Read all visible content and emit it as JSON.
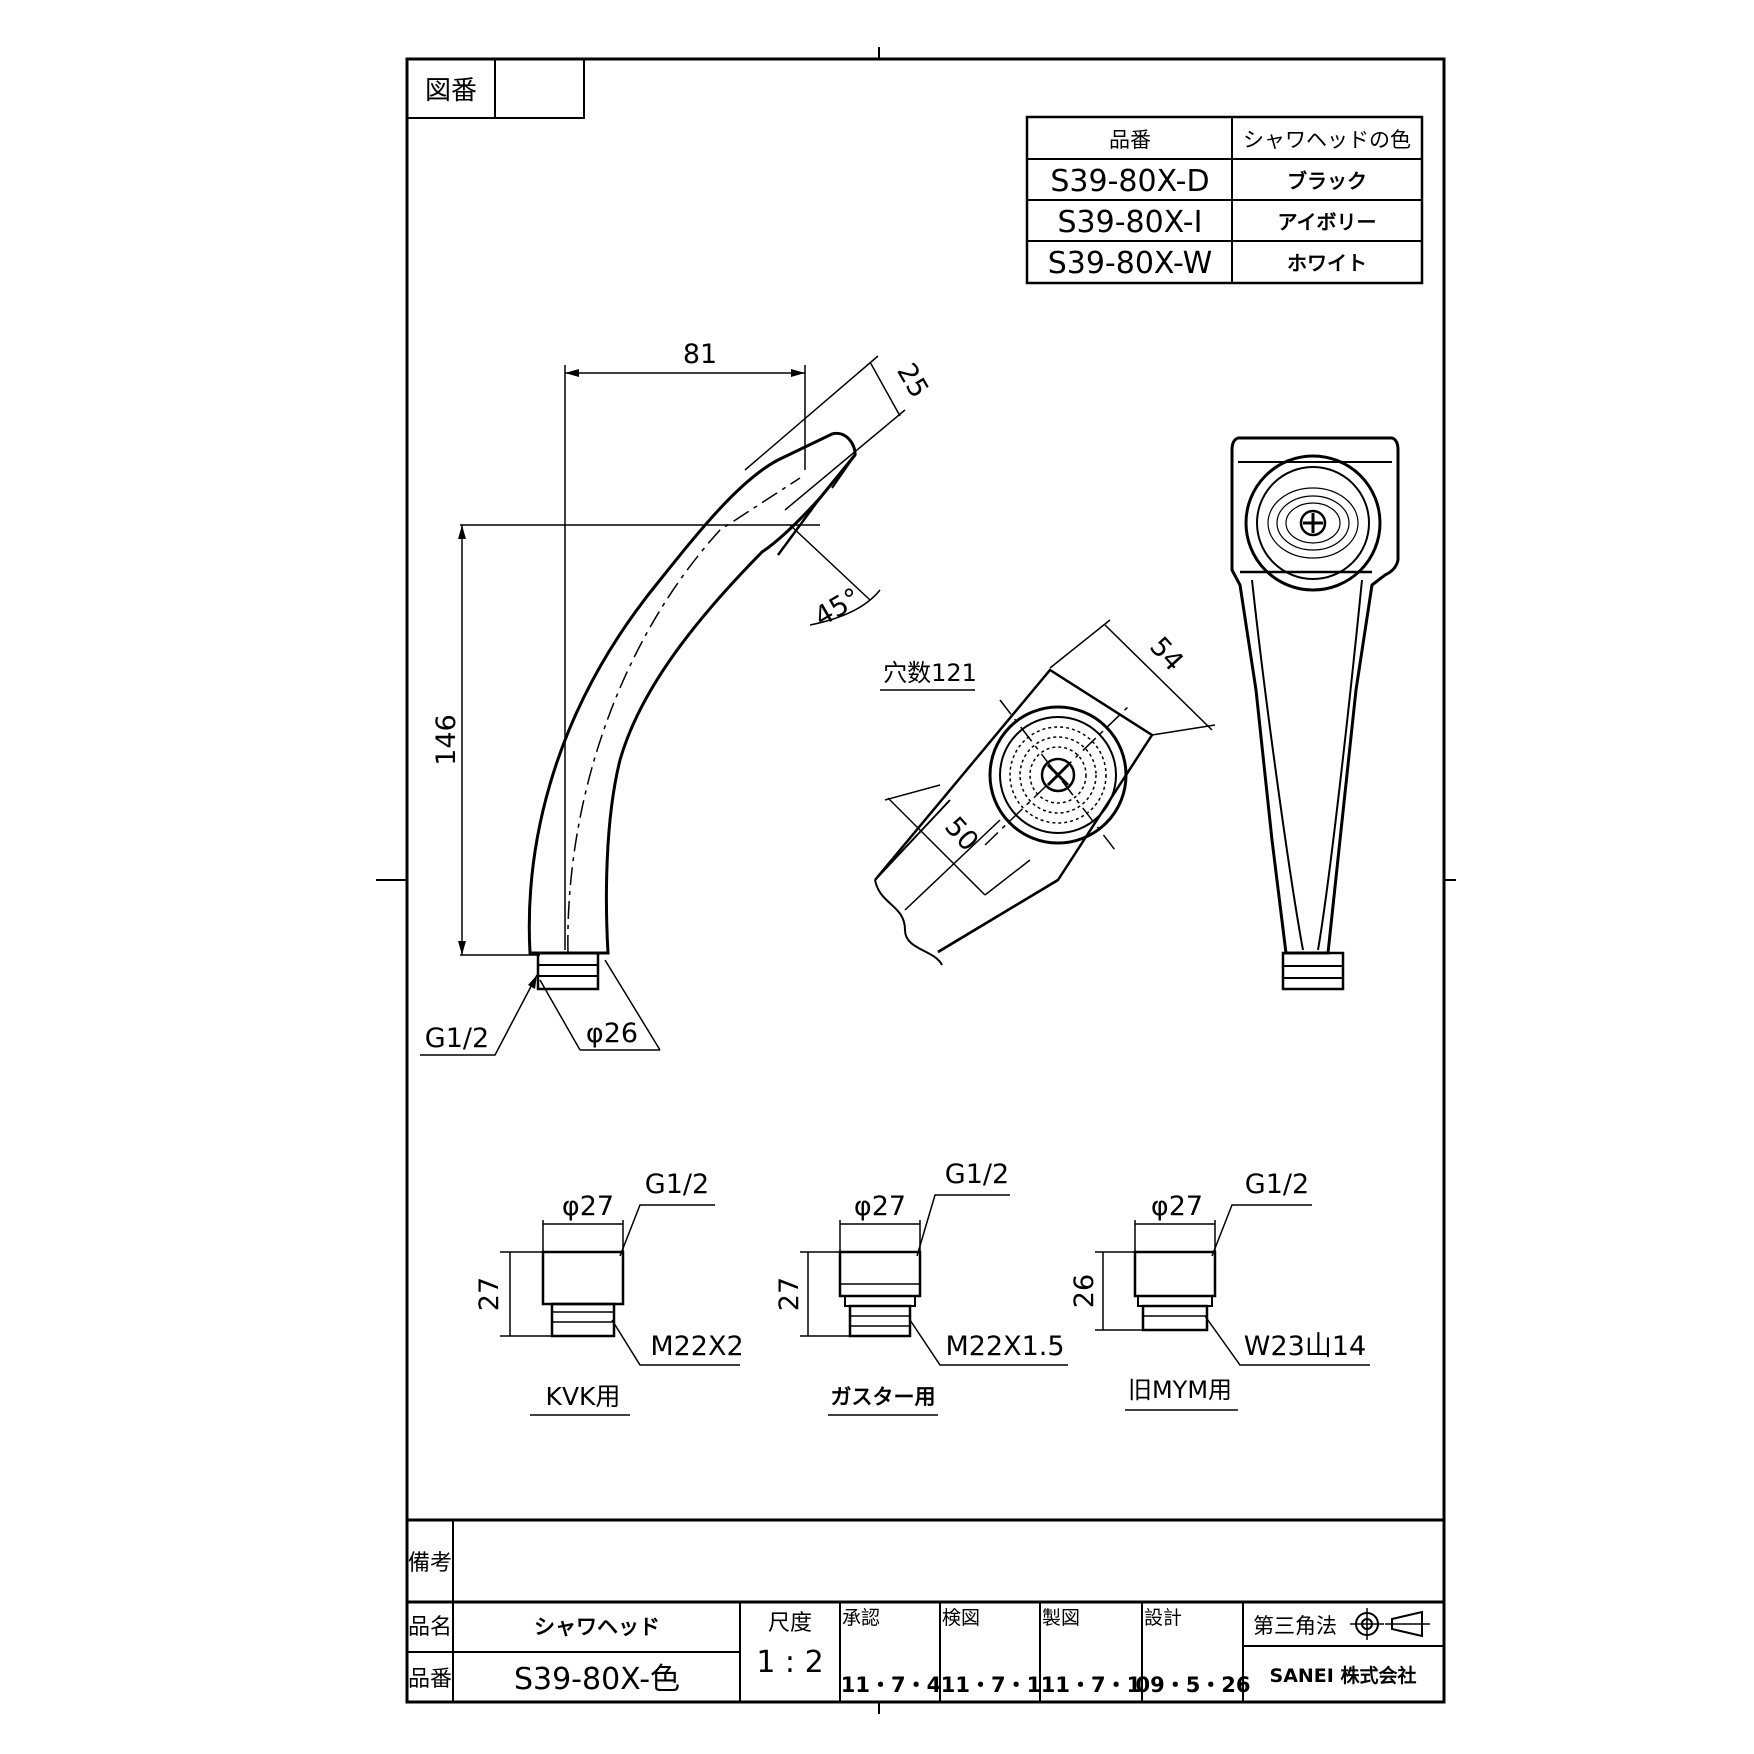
{
  "drawing_number": {
    "label": "図番",
    "value": ""
  },
  "color_table": {
    "headers": [
      "品番",
      "シャワヘッドの色"
    ],
    "rows": [
      {
        "part": "S39-80X-D",
        "color": "ブラック"
      },
      {
        "part": "S39-80X-I",
        "color": "アイボリー"
      },
      {
        "part": "S39-80X-W",
        "color": "ホワイト"
      }
    ]
  },
  "side_view": {
    "width_dim": "81",
    "head_dim": "25",
    "height_dim": "146",
    "angle_dim": "45°",
    "thread": "G1/2",
    "dia": "φ26"
  },
  "face_view": {
    "holes": "穴数121",
    "width_dim": "54",
    "face_dim": "50"
  },
  "adapters": [
    {
      "dia": "φ27",
      "thread_top": "G1/2",
      "height": "27",
      "thread_bottom": "M22X2",
      "caption": "KVK用"
    },
    {
      "dia": "φ27",
      "thread_top": "G1/2",
      "height": "27",
      "thread_bottom": "M22X1.5",
      "caption": "ガスター用"
    },
    {
      "dia": "φ27",
      "thread_top": "G1/2",
      "height": "26",
      "thread_bottom": "W23山14",
      "caption": "旧MYM用"
    }
  ],
  "title_block": {
    "remarks_label": "備考",
    "remarks_value": "",
    "name_label": "品名",
    "name_value": "シャワヘッド",
    "number_label": "品番",
    "number_value": "S39-80X-色",
    "scale_label": "尺度",
    "scale_value": "1 : 2",
    "approved_label": "承認",
    "approved_date": "11・7・4",
    "checked_label": "検図",
    "checked_date": "11・7・1",
    "drawn_label": "製図",
    "drawn_date": "11・7・1",
    "design_label": "設計",
    "design_date": "09・5・26",
    "projection": "第三角法",
    "company": "SANEI 株式会社"
  }
}
